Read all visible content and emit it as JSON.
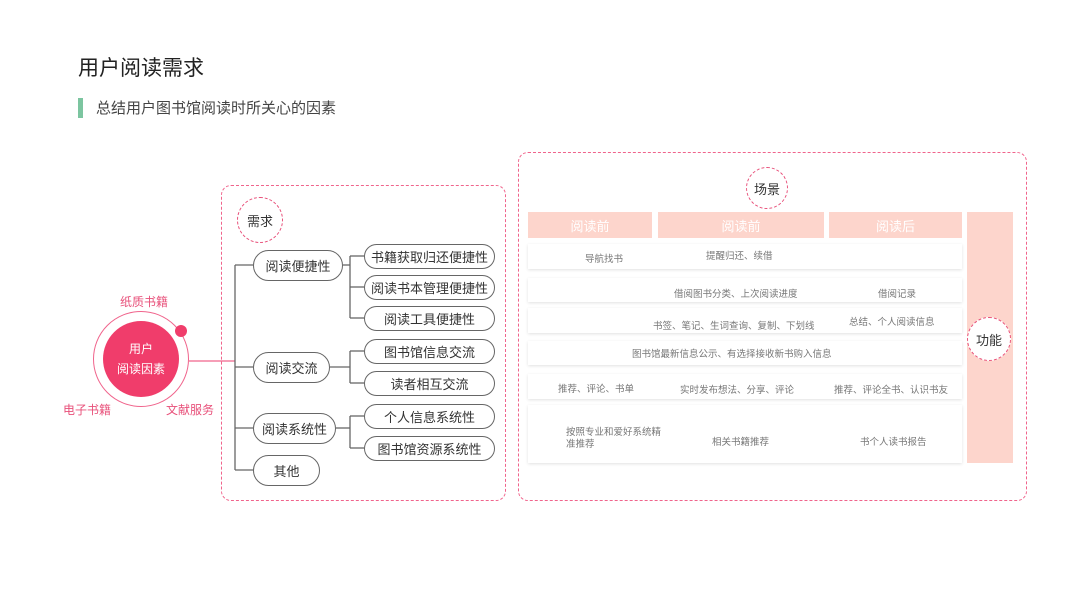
{
  "page": {
    "title": "用户阅读需求",
    "subtitle": "总结用户图书馆阅读时所关心的因素"
  },
  "core": {
    "line1": "用户",
    "line2": "阅读因素",
    "labels": {
      "paper": "纸质书籍",
      "ebook": "电子书籍",
      "service": "文献服务"
    }
  },
  "needs": {
    "title": "需求",
    "groups": [
      {
        "label": "阅读便捷性",
        "children": [
          "书籍获取归还便捷性",
          "阅读书本管理便捷性",
          "阅读工具便捷性"
        ]
      },
      {
        "label": "阅读交流",
        "children": [
          "图书馆信息交流",
          "读者相互交流"
        ]
      },
      {
        "label": "阅读系统性",
        "children": [
          "个人信息系统性",
          "图书馆资源系统性"
        ]
      },
      {
        "label": "其他",
        "children": []
      }
    ]
  },
  "scenes": {
    "title": "场景",
    "function_label": "功能",
    "headers": [
      "阅读前",
      "阅读前",
      "阅读后"
    ],
    "rows": [
      [
        "导航找书",
        "提醒归还、续借",
        ""
      ],
      [
        "",
        "借阅图书分类、上次阅读进度",
        "借阅记录"
      ],
      [
        "",
        "书签、笔记、生词查询、复制、下划线",
        "总结、个人阅读信息"
      ],
      [
        "",
        "图书馆最新信息公示、有选择接收新书购入信息",
        ""
      ],
      [
        "推荐、评论、书单",
        "实时发布想法、分享、评论",
        "推荐、评论全书、认识书友"
      ],
      [
        "按照专业和爱好系统精准推荐",
        "相关书籍推荐",
        "书个人读书报告"
      ]
    ]
  },
  "colors": {
    "accent": "#f03d6b",
    "dash": "#f0648c",
    "header_fill": "#fdd5cc",
    "subtitle_bar": "#7cc5a0"
  }
}
